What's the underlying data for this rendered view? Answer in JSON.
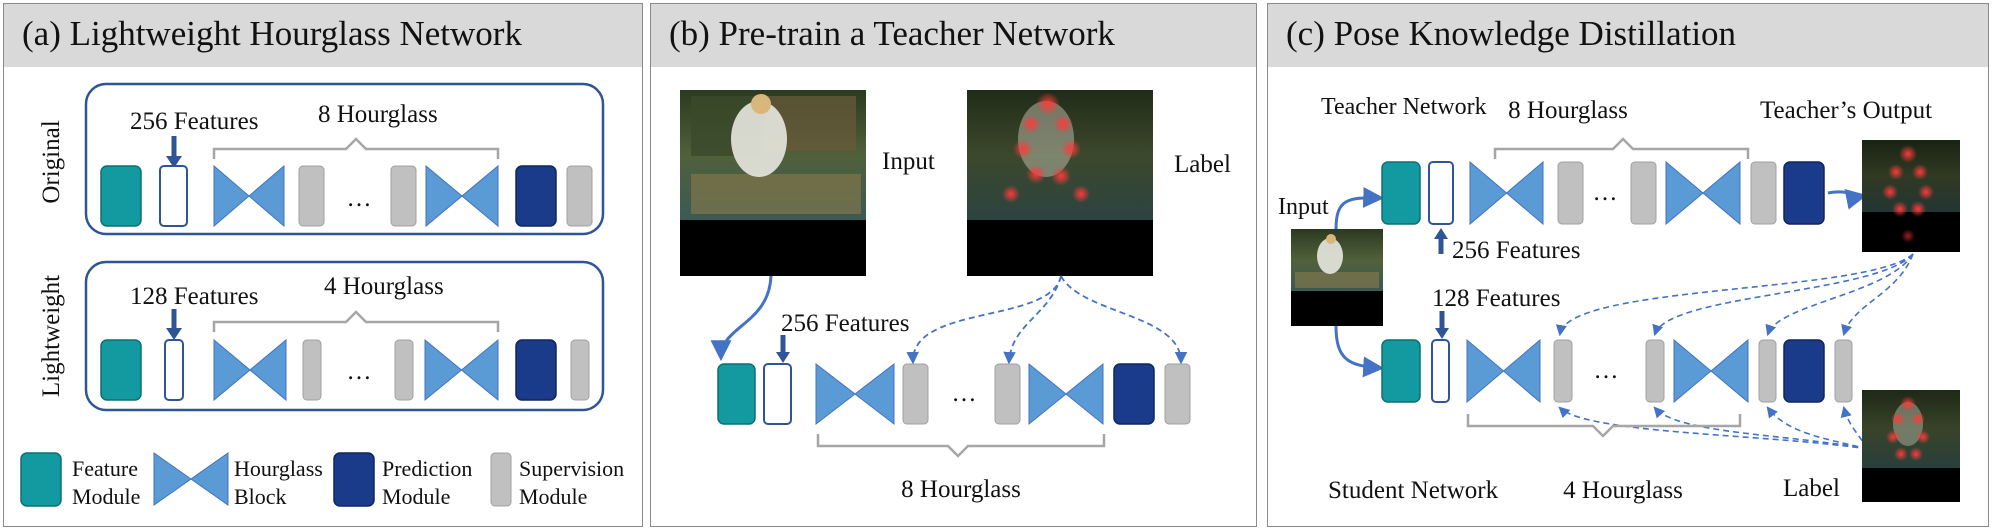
{
  "panel_a": {
    "title": "(a) Lightweight Hourglass Network",
    "original": {
      "row_label": "Original",
      "features": "256 Features",
      "hourglass": "8 Hourglass"
    },
    "lightweight": {
      "row_label": "Lightweight",
      "features": "128 Features",
      "hourglass": "4 Hourglass"
    },
    "ellipsis": "…",
    "legend": {
      "feature_line1": "Feature",
      "feature_line2": "Module",
      "hourglass_line1": "Hourglass",
      "hourglass_line2": "Block",
      "prediction_line1": "Prediction",
      "prediction_line2": "Module",
      "supervision_line1": "Supervision",
      "supervision_line2": "Module"
    }
  },
  "panel_b": {
    "title": "(b) Pre-train a Teacher Network",
    "input_label": "Input",
    "label_label": "Label",
    "features": "256 Features",
    "hourglass": "8 Hourglass",
    "ellipsis": "…"
  },
  "panel_c": {
    "title": "(c) Pose Knowledge Distillation",
    "teacher_network": "Teacher Network",
    "teacher_hourglass": "8 Hourglass",
    "teacher_output": "Teacher’s Output",
    "input_label": "Input",
    "teacher_features": "256 Features",
    "student_features": "128 Features",
    "student_network": "Student Network",
    "student_hourglass": "4 Hourglass",
    "label_label": "Label",
    "ellipsis": "…"
  },
  "colors": {
    "feature_module": "#139aa0",
    "hourglass_block": "#5b9bd5",
    "prediction_module": "#1a3a8a",
    "supervision_module": "#c0c0c0",
    "arrow": "#4472c4",
    "frame": "#2f5597",
    "brace": "#a6a6a6",
    "header_fill": "#d9d9d9"
  }
}
